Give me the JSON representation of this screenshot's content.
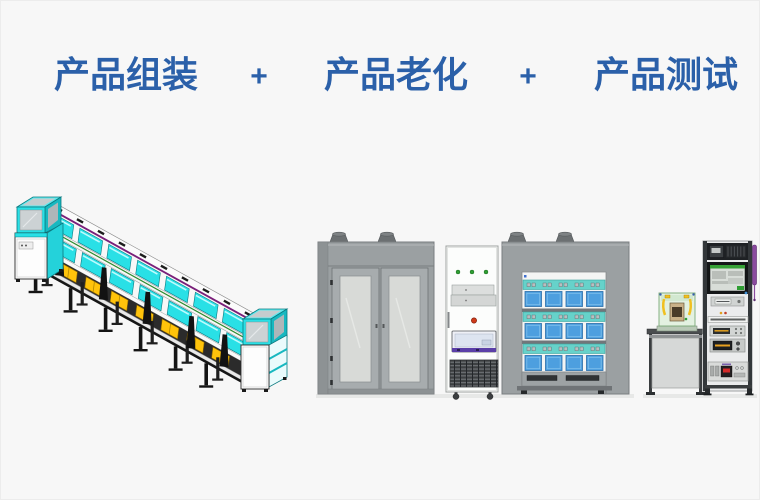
{
  "page": {
    "background_color": "#f7f7f7",
    "accent_text_color": "#2b60a9"
  },
  "header": {
    "items": [
      {
        "type": "label",
        "text": "产品组装"
      },
      {
        "type": "separator",
        "text": "+"
      },
      {
        "type": "label",
        "text": "产品老化"
      },
      {
        "type": "separator",
        "text": "+"
      },
      {
        "type": "label",
        "text": "产品测试"
      }
    ]
  },
  "illustrations": [
    {
      "name": "assembly-conveyor-line",
      "colors": {
        "panel_cyan": "#29e0e6",
        "tray_yellow": "#ffc30b",
        "frame_black": "#141414",
        "stripe_purple": "#7a1f7a",
        "rail_white": "#fbfbfb"
      }
    },
    {
      "name": "aging-room",
      "colors": {
        "chamber_gray": "#9ba0a2",
        "door_panel": "#d8dad7",
        "cabinet_white": "#fcfdfc",
        "shelf_teal": "#66d2ca",
        "unit_blue": "#4d9fdf",
        "display_purple": "#5b3fa8"
      }
    },
    {
      "name": "test-station",
      "colors": {
        "rack_gray": "#ebeced",
        "post_black": "#33373a",
        "screen_green": "#35a035",
        "fixture_green": "#e3f1e1",
        "fixture_yellow": "#f0c020",
        "tool_purple": "#8a4a9e"
      }
    }
  ]
}
